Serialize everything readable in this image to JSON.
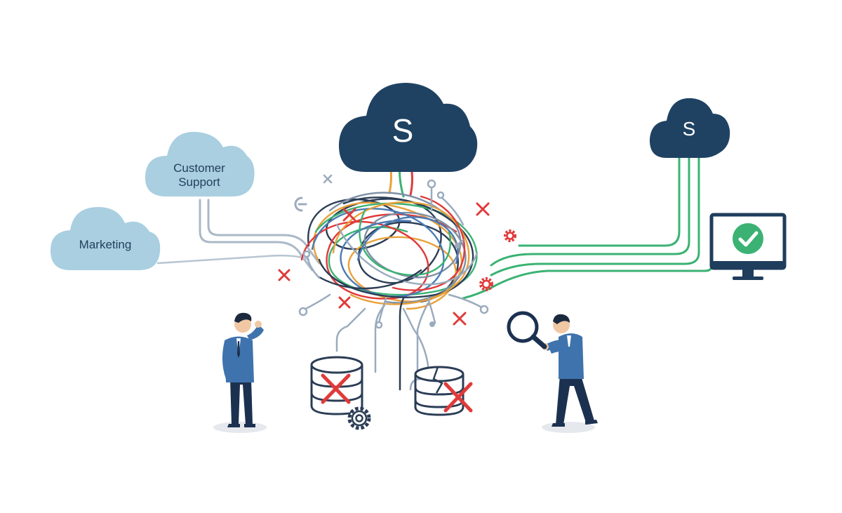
{
  "clouds": {
    "marketing": {
      "label": "Marketing"
    },
    "customer_support": {
      "label_line1": "Customer",
      "label_line2": "Support"
    },
    "central_hub": {
      "letter": "S"
    },
    "target_hub": {
      "letter": "S"
    }
  },
  "colors": {
    "light_cloud": "#a9cfe0",
    "dark_cloud": "#1f4263",
    "error_red": "#e03a3a",
    "success_green": "#3bb273",
    "line_gray": "#9aabbd",
    "suit_blue": "#3f73ad",
    "pants_navy": "#1c3150",
    "monitor_frame": "#1f3d5c"
  },
  "icons": [
    "cloud-icon",
    "database-icon",
    "broken-database-icon",
    "gear-icon",
    "error-x-icon",
    "magnifier-icon",
    "monitor-icon",
    "check-icon",
    "person-icon"
  ],
  "status": {
    "monitor": "success",
    "databases": "failed"
  }
}
